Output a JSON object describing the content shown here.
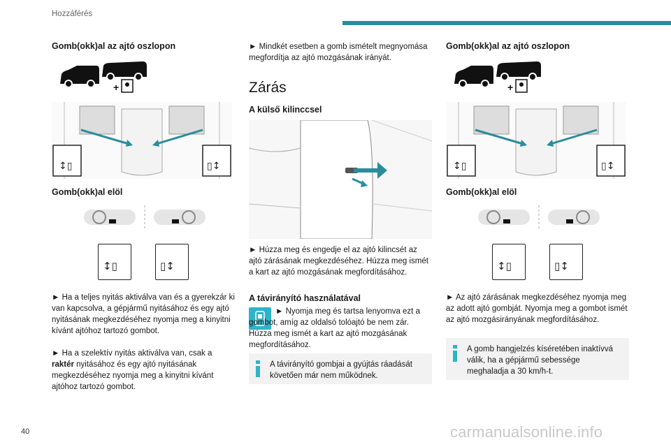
{
  "header": {
    "section": "Hozzáférés"
  },
  "footer": {
    "page_number": "40",
    "watermark": "carmanualsonline.info"
  },
  "col1": {
    "h_pillar": "Gomb(okk)al az ajtó oszlopon",
    "h_front": "Gomb(okk)al elöl",
    "p1": "► Ha a teljes nyitás aktiválva van és a gyerekzár ki van kapcsolva, a gépjármű nyitásához és egy ajtó nyitásának megkezdéséhez nyomja meg a kinyitni kívánt ajtóhoz tartozó gombot.",
    "p2a": "► Ha a szelektív nyitás aktiválva van, csak a ",
    "p2b": "raktér",
    "p2c": " nyitásához és egy ajtó nyitásának megkezdéséhez nyomja meg a kinyitni kívánt ajtóhoz tartozó gombot."
  },
  "col2": {
    "p_top": "► Mindkét esetben a gomb ismételt megnyomása megfordítja az ajtó mozgásának irányát.",
    "title": "Zárás",
    "h_handle": "A külső kilinccsel",
    "p_handle": "► Húzza meg és engedje el az ajtó kilincsét az ajtó zárásának megkezdéséhez. Húzza meg ismét a kart az ajtó mozgásának megfordításához.",
    "h_remote": "A távirányító használatával",
    "p_remote": "► Nyomja meg és tartsa lenyomva ezt a gombot, amíg az oldalsó tolóajtó be nem zár. Húzza meg ismét a kart az ajtó mozgásának megfordításához.",
    "note": "A távirányító gombjai a gyújtás ráadását követően már nem működnek."
  },
  "col3": {
    "h_pillar": "Gomb(okk)al az ajtó oszlopon",
    "h_front": "Gomb(okk)al elöl",
    "p1": "► Az ajtó zárásának megkezdéséhez nyomja meg az adott ajtó gombját. Nyomja meg a gombot ismét az ajtó mozgásirányának megfordításához.",
    "note": "A gomb hangjelzés kíséretében inaktívvá válik, ha a gépjármű sebessége meghaladja a 30 km/h-t."
  },
  "colors": {
    "accent": "#2b8c9c",
    "info": "#2fb3c9"
  }
}
